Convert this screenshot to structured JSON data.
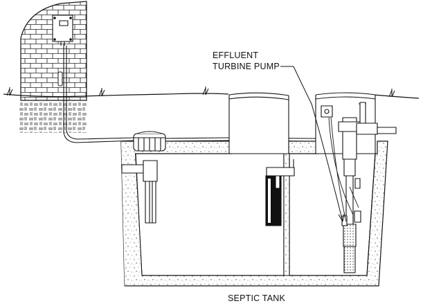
{
  "labels": {
    "pump_line1": "EFFLUENT",
    "pump_line2": "TURBINE PUMP",
    "tank": "SEPTIC TANK"
  },
  "colors": {
    "line": "#111111",
    "background": "#ffffff",
    "concrete_speckle": "#555555"
  },
  "icons": {
    "control_panel": "control-panel-icon",
    "float_switch": "float-switch-icon",
    "effluent_filter": "effluent-filter-icon",
    "turbine_pump": "turbine-pump-icon"
  }
}
